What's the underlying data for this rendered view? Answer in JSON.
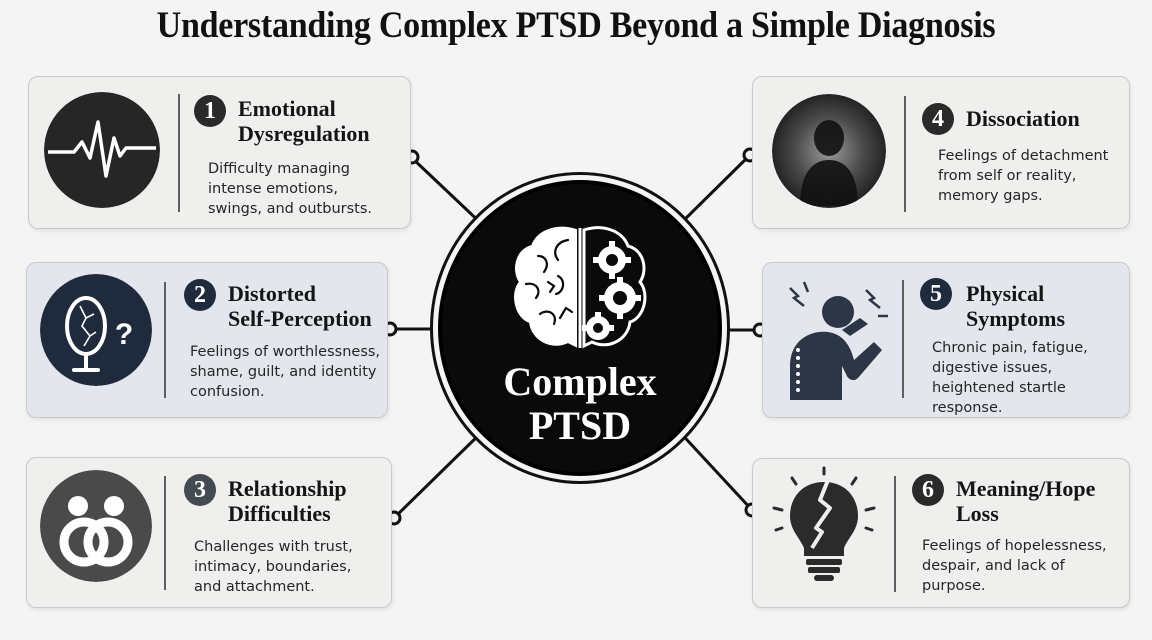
{
  "title": "Understanding Complex PTSD Beyond a Simple Diagnosis",
  "hub": {
    "label": "Complex\nPTSD",
    "icon": "brain-gears-icon"
  },
  "symptoms": [
    {
      "number": "1",
      "heading": "Emotional\nDysregulation",
      "description": "Difficulty managing\nintense emotions,\nswings, and outbursts.",
      "icon": "heartbeat-icon"
    },
    {
      "number": "2",
      "heading": "Distorted\nSelf-Perception",
      "description": "Feelings of worthlessness,\nshame, guilt, and identity\nconfusion.",
      "icon": "cracked-mirror-icon"
    },
    {
      "number": "3",
      "heading": "Relationship\nDifficulties",
      "description": "Challenges with trust,\nintimacy, boundaries,\nand attachment.",
      "icon": "linked-people-icon"
    },
    {
      "number": "4",
      "heading": "Dissociation",
      "description": "Feelings of detachment\nfrom self or reality,\nmemory gaps.",
      "icon": "blurred-silhouette-icon"
    },
    {
      "number": "5",
      "heading": "Physical\nSymptoms",
      "description": "Chronic pain, fatigue,\ndigestive issues,\nheightened startle\nresponse.",
      "icon": "pained-person-icon"
    },
    {
      "number": "6",
      "heading": "Meaning/Hope\nLoss",
      "description": "Feelings of hopelessness,\ndespair, and lack of\npurpose.",
      "icon": "broken-lightbulb-icon"
    }
  ],
  "colors": {
    "dark": "#2a2a2a",
    "navy": "#1f2b3d",
    "card": "#efefed",
    "card_blue": "#e3e7ed"
  }
}
